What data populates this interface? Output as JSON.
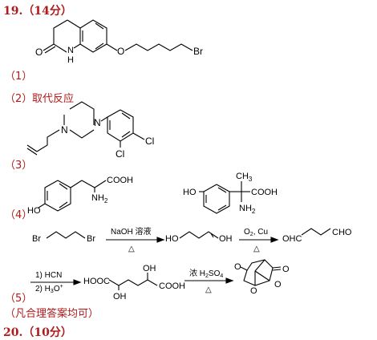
{
  "q19": {
    "header": "19.（14分）"
  },
  "part1": {
    "num": "（1）"
  },
  "part2": {
    "num": "（2）",
    "answer": "取代反应"
  },
  "part3": {
    "num": "（3）"
  },
  "part4": {
    "num": "（4）"
  },
  "part5": {
    "num": "（5）",
    "note": "（凡合理答案均可）"
  },
  "q20": {
    "header": "20.（10分）"
  },
  "structures": {
    "s1": {
      "o": "O",
      "nh": "H",
      "n": "N",
      "o2": "O",
      "br": "Br"
    },
    "s3": {
      "n1": "N",
      "n2": "N",
      "cl1": "Cl",
      "cl2": "Cl"
    },
    "s4a": {
      "ho": "HO",
      "cooh": "COOH",
      "nh2": "NH",
      "nh2sub": "2"
    },
    "s4b": {
      "ho": "HO",
      "ch3": "CH",
      "ch3sub": "3",
      "cooh": "COOH",
      "nh2": "NH",
      "nh2sub": "2"
    }
  },
  "scheme": {
    "br_left": "Br",
    "br_right": "Br",
    "step1_top": "NaOH 溶液",
    "step1_bottom": "△",
    "ho": "HO",
    "oh": "OH",
    "step2_top": "O",
    "step2_top_sub": "2",
    "step2_top_rest": ", Cu",
    "step2_bottom": "△",
    "ohc": "OHC",
    "cho": "CHO",
    "step3_line1": "1) HCN",
    "step3_line2": "2) H",
    "step3_line2_sub": "3",
    "step3_line2_rest": "O",
    "step3_line2_sup": "+",
    "hooc": "HOOC",
    "cooh": "COOH",
    "oh_top": "OH",
    "oh_bottom": "OH",
    "step4_top": "浓 H",
    "step4_top_sub1": "2",
    "step4_top_mid": "SO",
    "step4_top_sub2": "4",
    "step4_bottom": "△",
    "lactone_o1": "O",
    "lactone_o2": "O",
    "lactone_o3": "O",
    "lactone_o4": "O"
  }
}
